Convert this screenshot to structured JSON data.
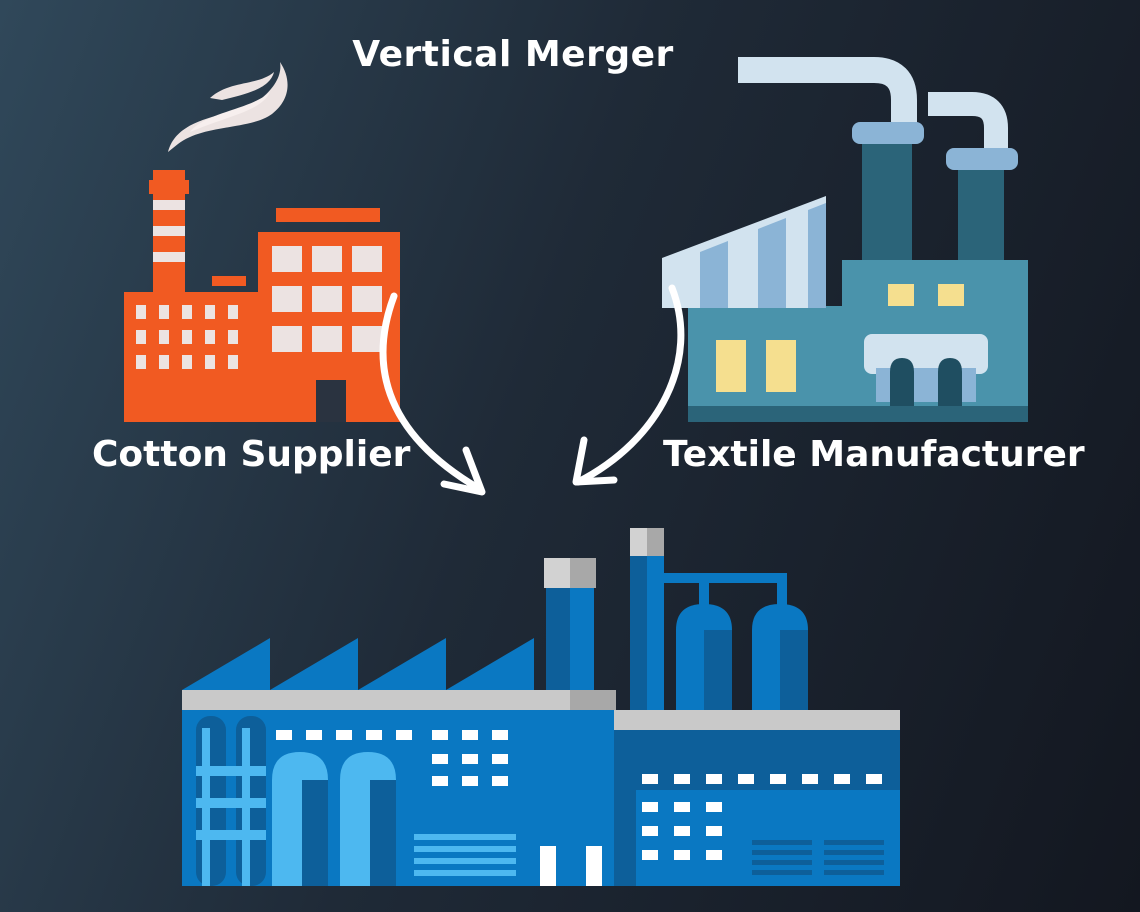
{
  "diagram": {
    "title": "Vertical Merger",
    "nodes": {
      "cotton_supplier": {
        "label": "Cotton Supplier",
        "icon": "orange-factory-icon",
        "color": "#f15a22"
      },
      "textile_manufacturer": {
        "label": "Textile Manufacturer",
        "icon": "teal-factory-icon",
        "color": "#4a93ab"
      },
      "merged_company": {
        "label": "",
        "icon": "blue-industrial-plant-icon",
        "color": "#0a78c2"
      }
    },
    "edges": [
      {
        "from": "cotton_supplier",
        "to": "merged_company",
        "icon": "curved-arrow-icon"
      },
      {
        "from": "textile_manufacturer",
        "to": "merged_company",
        "icon": "curved-arrow-icon"
      }
    ],
    "colors": {
      "background_start": "#30485a",
      "background_end": "#131720",
      "text": "#ffffff"
    }
  }
}
